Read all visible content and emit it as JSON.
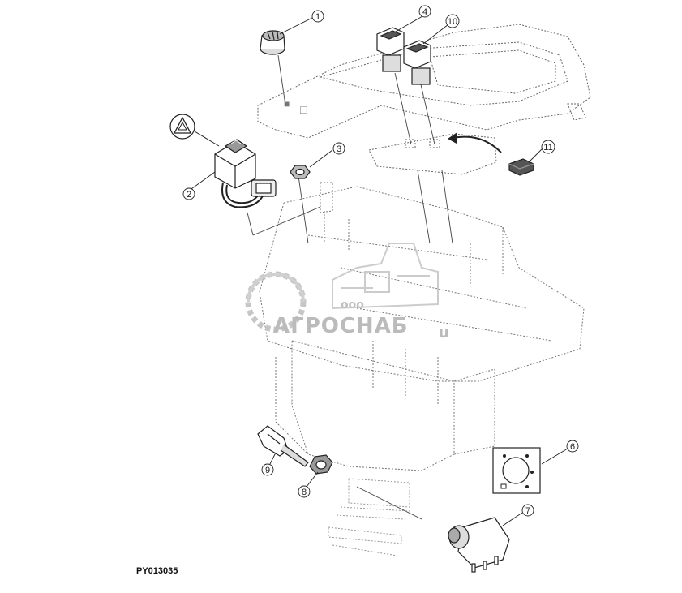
{
  "callouts": [
    {
      "id": "1",
      "label": "1"
    },
    {
      "id": "2",
      "label": "2"
    },
    {
      "id": "3",
      "label": "3"
    },
    {
      "id": "4",
      "label": "4"
    },
    {
      "id": "6",
      "label": "6"
    },
    {
      "id": "7",
      "label": "7"
    },
    {
      "id": "8",
      "label": "8"
    },
    {
      "id": "9",
      "label": "9"
    },
    {
      "id": "10",
      "label": "10"
    },
    {
      "id": "11",
      "label": "11"
    }
  ],
  "part_code": "PY013035",
  "watermark": {
    "small": "ооо",
    "brand": "АГРОСНАБ",
    "suffix": "u",
    "color": "#b5b5b5"
  },
  "colors": {
    "line": "#333333",
    "dotted": "#777777",
    "fill": "#ffffff",
    "shade": "#e4e4e4"
  }
}
